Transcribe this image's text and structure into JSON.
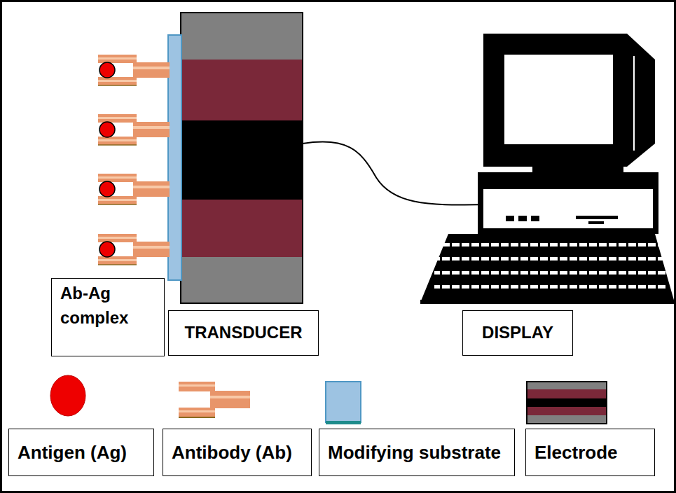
{
  "diagram": {
    "nodes": [
      {
        "text": [
          "Ab-Ag complex"
        ]
      },
      {
        "text": [
          "TRANSDUCER"
        ]
      },
      {
        "text": [
          "DISPLAY"
        ]
      }
    ],
    "legend": [
      {
        "text": "Antigen (Ag)"
      },
      {
        "text": "Antibody (Ab)"
      },
      {
        "text": "Modifying substrate"
      },
      {
        "text": "Electrode"
      }
    ]
  }
}
